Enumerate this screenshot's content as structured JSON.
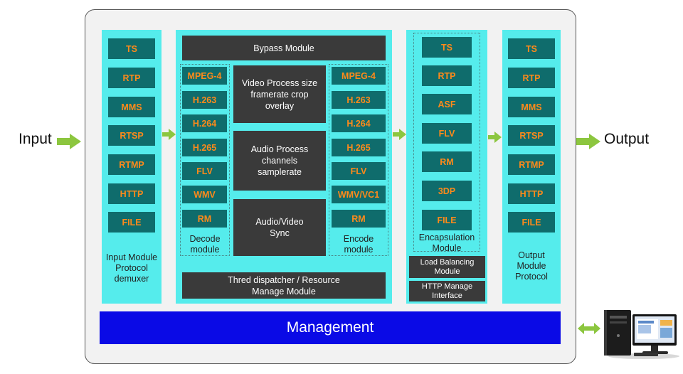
{
  "labels": {
    "input": "Input",
    "output": "Output",
    "management": "Management"
  },
  "input_module": {
    "items": [
      "TS",
      "RTP",
      "MMS",
      "RTSP",
      "RTMP",
      "HTTP",
      "FILE"
    ],
    "caption": "Input Module\nProtocol\ndemuxer"
  },
  "core": {
    "bypass": "Bypass Module",
    "decode": {
      "items": [
        "MPEG-4",
        "H.263",
        "H.264",
        "H.265",
        "FLV",
        "WMV",
        "RM"
      ],
      "caption": "Decode\nmodule"
    },
    "encode": {
      "items": [
        "MPEG-4",
        "H.263",
        "H.264",
        "H.265",
        "FLV",
        "WMV/VC1",
        "RM"
      ],
      "caption": "Encode\nmodule"
    },
    "video_process": "Video Process size\nframerate crop\noverlay",
    "audio_process": "Audio Process\nchannels\nsamplerate",
    "av_sync": "Audio/Video\nSync",
    "dispatcher": "Thred dispatcher / Resource\nManage Module"
  },
  "encapsulation": {
    "items": [
      "TS",
      "RTP",
      "ASF",
      "FLV",
      "RM",
      "3DP",
      "FILE"
    ],
    "caption": "Encapsulation\nModule",
    "load_balancing": "Load Balancing\nModule",
    "http_manage": "HTTP Manage\nInterface"
  },
  "output_module": {
    "items": [
      "TS",
      "RTP",
      "MMS",
      "RTSP",
      "RTMP",
      "HTTP",
      "FILE"
    ],
    "caption": "Output\nModule\nProtocol"
  },
  "colors": {
    "module_bg": "#55ecec",
    "tag_bg": "#0f6c6c",
    "tag_text": "#ff8a1a",
    "dark_box": "#3a3a3a",
    "management": "#0a0ae6",
    "arrow": "#8cc63f"
  }
}
